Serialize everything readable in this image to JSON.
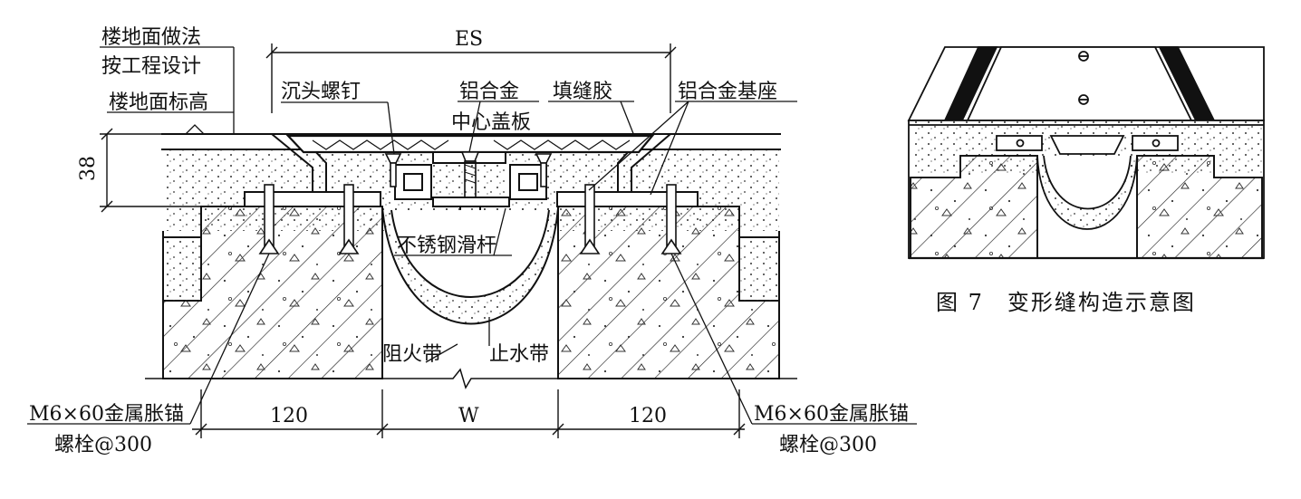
{
  "main_diagram": {
    "labels": {
      "floor_method_1": "楼地面做法",
      "floor_method_2": "按工程设计",
      "floor_elevation": "楼地面标高",
      "countersunk_screw": "沉头螺钉",
      "aluminum_alloy": "铝合金",
      "center_cover": "中心盖板",
      "sealant": "填缝胶",
      "alu_base": "铝合金基座",
      "stainless_rod": "不锈钢滑杆",
      "fire_barrier": "阻火带",
      "water_stop": "止水带",
      "anchor_left_1": "M6×60金属胀锚",
      "anchor_left_2": "螺栓@300",
      "anchor_right_1": "M6×60金属胀锚",
      "anchor_right_2": "螺栓@300"
    },
    "dimensions": {
      "es": "ES",
      "height_38": "38",
      "left_120": "120",
      "gap_w": "W",
      "right_120": "120"
    }
  },
  "inset": {
    "caption": "图 7　变形缝构造示意图"
  },
  "colors": {
    "ink": "#111111",
    "paper": "#ffffff"
  }
}
